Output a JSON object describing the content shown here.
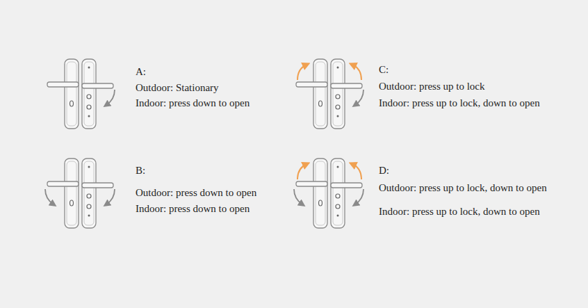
{
  "diagram": {
    "labels": [
      "A:",
      "Outdoor: Stationary",
      "Indoor: press down to open",
      "B:",
      "Outdoor: press down to open",
      "Indoor: press down to open",
      "C:",
      "Outdoor: press up to lock",
      "Indoor: press up to lock, down to open",
      "D:",
      "Outdoor: press up to lock, down to open",
      "Indoor: press up to lock, down to open"
    ]
  }
}
